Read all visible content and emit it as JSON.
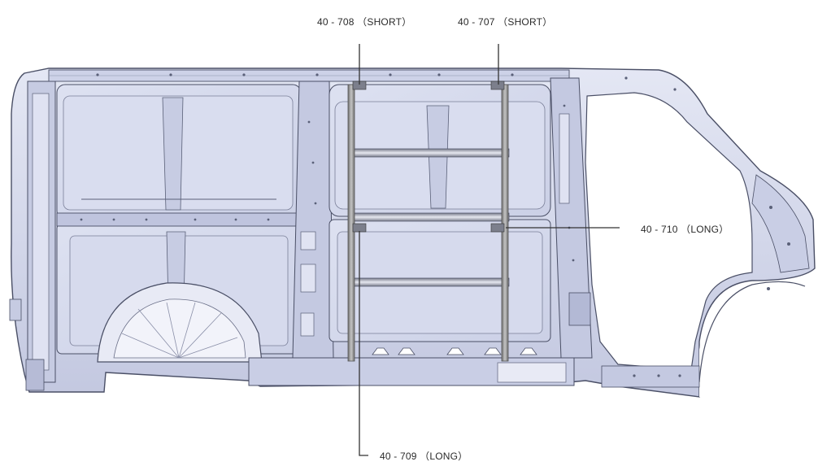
{
  "diagram": {
    "callouts": [
      {
        "id": "c708",
        "label": "40 - 708 （SHORT）"
      },
      {
        "id": "c707",
        "label": "40 - 707 （SHORT）"
      },
      {
        "id": "c710",
        "label": "40 - 710 （LONG）"
      },
      {
        "id": "c709",
        "label": "40 - 709 （LONG）"
      }
    ],
    "colors": {
      "body_fill": "#d5d9ec",
      "body_shade": "#b9bfd9",
      "outline": "#4a4f66",
      "rail": "#8e8e8e",
      "leader": "#333333"
    }
  }
}
